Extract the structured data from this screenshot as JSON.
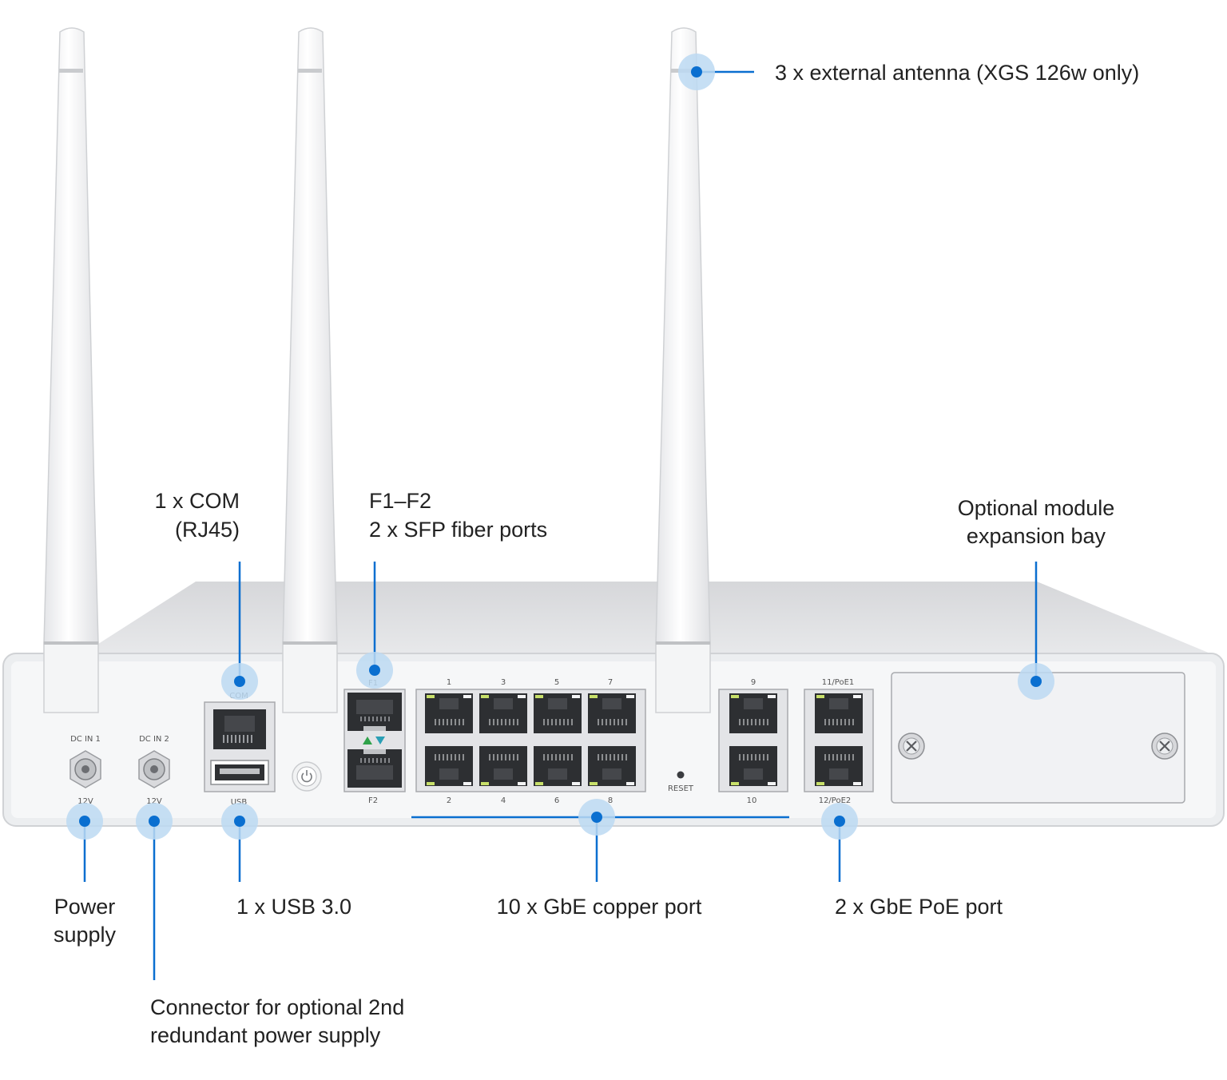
{
  "colors": {
    "accent": "#0a6fd0",
    "halo": "#bcd9f2",
    "chassis": "#f3f4f6",
    "chassis_top": "#dcdde0",
    "port_led": "#c8e06a"
  },
  "callouts": {
    "antenna": "3 x external antenna (XGS 126w only)",
    "com_line1": "1 x COM",
    "com_line2": "(RJ45)",
    "sfp_line1": "F1–F2",
    "sfp_line2": "2 x SFP fiber ports",
    "module_line1": "Optional module",
    "module_line2": "expansion bay",
    "power_line1": "Power",
    "power_line2": "supply",
    "usb": "1 x USB 3.0",
    "copper": "10 x GbE copper port",
    "poe": "2 x GbE PoE port",
    "redundant_line1": "Connector for optional 2nd",
    "redundant_line2": "redundant power supply"
  },
  "panel_labels": {
    "dc_in_1": "DC IN 1",
    "dc_in_2": "DC IN 2",
    "volt_1": "12V",
    "volt_2": "12V",
    "com": "COM",
    "usb": "USB",
    "f1": "F1",
    "f2": "F2",
    "reset": "RESET",
    "ports_top": [
      "1",
      "3",
      "5",
      "7"
    ],
    "ports_bottom": [
      "2",
      "4",
      "6",
      "8"
    ],
    "port_9": "9",
    "port_10": "10",
    "poe_top": "11/PoE1",
    "poe_bottom": "12/PoE2"
  },
  "icons": [
    "power-button-icon",
    "screw-icon",
    "sfp-direction-arrows-icon"
  ]
}
